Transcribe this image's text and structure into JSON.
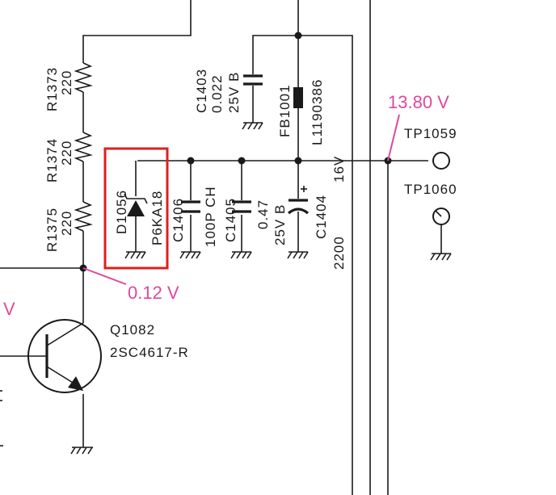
{
  "colors": {
    "wire": "#1a1a1a",
    "annotation": "#e0479e",
    "highlight_box": "#e01e1e",
    "background": "#ffffff"
  },
  "components": {
    "r1373": {
      "ref": "R1373",
      "value": "220"
    },
    "r1374": {
      "ref": "R1374",
      "value": "220"
    },
    "r1375": {
      "ref": "R1375",
      "value": "220"
    },
    "c1403": {
      "ref": "C1403",
      "value": "0.022",
      "rating": "25V B"
    },
    "fb1001": {
      "ref": "FB1001",
      "part": "L1190386"
    },
    "d1056": {
      "ref": "D1056",
      "part": "P6KA18"
    },
    "c1406": {
      "ref": "C1406",
      "value": "100P CH"
    },
    "c1405": {
      "ref": "C1405",
      "value": "0.47",
      "rating": "25V B"
    },
    "c1404": {
      "ref": "C1404",
      "value": "2200",
      "rating": "16V"
    },
    "q1082": {
      "ref": "Q1082",
      "part": "2SC4617-R"
    },
    "tp1059": {
      "ref": "TP1059"
    },
    "tp1060": {
      "ref": "TP1060"
    }
  },
  "annotations": {
    "supply_voltage": "13.80 V",
    "base_node_voltage": "0.12 V",
    "left_partial": "V"
  },
  "highlight": {
    "target": "D1056",
    "style": "red rectangle"
  }
}
